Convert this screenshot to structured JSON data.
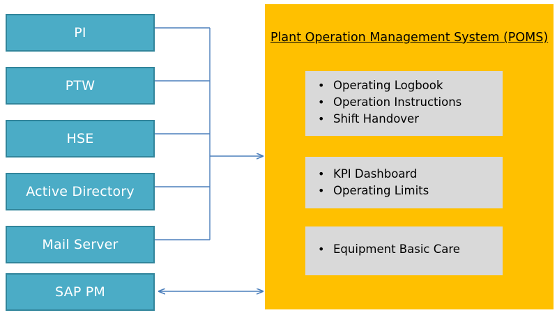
{
  "diagram": {
    "title": "Plant Operation Management System (POMS) integration diagram",
    "colors": {
      "source_box_fill": "#4BACC6",
      "source_box_border": "#31859B",
      "source_box_text": "#FFFFFF",
      "panel_fill": "#FFC000",
      "module_fill": "#D9D9D9",
      "connector_line": "#4A7EBB",
      "text": "#000000",
      "background": "#FFFFFF"
    }
  },
  "sources": {
    "items": [
      {
        "label": "PI",
        "connector": "bus"
      },
      {
        "label": "PTW",
        "connector": "bus"
      },
      {
        "label": "HSE",
        "connector": "bus"
      },
      {
        "label": "Active Directory",
        "connector": "bus"
      },
      {
        "label": "Mail Server",
        "connector": "bus"
      },
      {
        "label": "SAP PM",
        "connector": "bidirectional"
      }
    ]
  },
  "poms": {
    "title": "Plant Operation Management System (POMS)",
    "modules": [
      {
        "name": "operations-module",
        "items": [
          "Operating Logbook",
          "Operation Instructions",
          "Shift Handover"
        ]
      },
      {
        "name": "performance-module",
        "items": [
          "KPI Dashboard",
          "Operating Limits"
        ]
      },
      {
        "name": "maintenance-module",
        "items": [
          "Equipment Basic Care"
        ]
      }
    ]
  },
  "connectors": {
    "bus_to_poms_arrow": "single-arrow-right",
    "sap_pm_arrow": "double-headed-arrow"
  }
}
